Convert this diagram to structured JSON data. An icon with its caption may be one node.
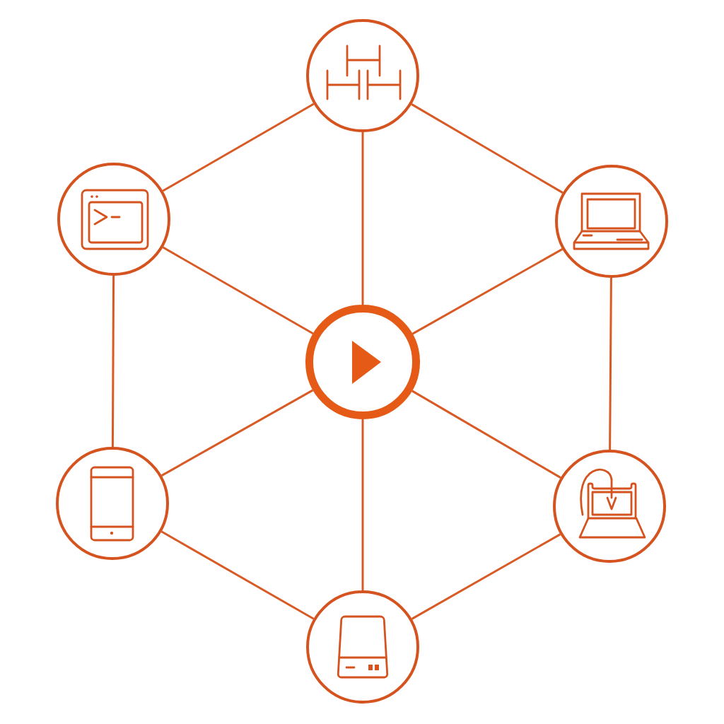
{
  "diagram": {
    "nodes": [
      {
        "text": [],
        "shape": "circle"
      },
      {
        "text": [],
        "shape": "circle"
      },
      {
        "text": [],
        "shape": "circle"
      },
      {
        "text": [],
        "shape": "circle"
      },
      {
        "text": [],
        "shape": "circle"
      },
      {
        "text": [],
        "shape": "circle"
      },
      {
        "text": [],
        "shape": "circle"
      }
    ],
    "edges": [
      {
        "from": 0,
        "to": 1,
        "arrow": "none"
      },
      {
        "from": 0,
        "to": 2,
        "arrow": "none"
      },
      {
        "from": 0,
        "to": 3,
        "arrow": "none"
      },
      {
        "from": 1,
        "to": 3,
        "arrow": "none"
      },
      {
        "from": 2,
        "to": 3,
        "arrow": "none"
      },
      {
        "from": 1,
        "to": 4,
        "arrow": "none"
      },
      {
        "from": 2,
        "to": 5,
        "arrow": "none"
      },
      {
        "from": 3,
        "to": 4,
        "arrow": "none"
      },
      {
        "from": 3,
        "to": 5,
        "arrow": "none"
      },
      {
        "from": 3,
        "to": 6,
        "arrow": "none"
      },
      {
        "from": 4,
        "to": 6,
        "arrow": "none"
      },
      {
        "from": 5,
        "to": 6,
        "arrow": "none"
      }
    ]
  }
}
